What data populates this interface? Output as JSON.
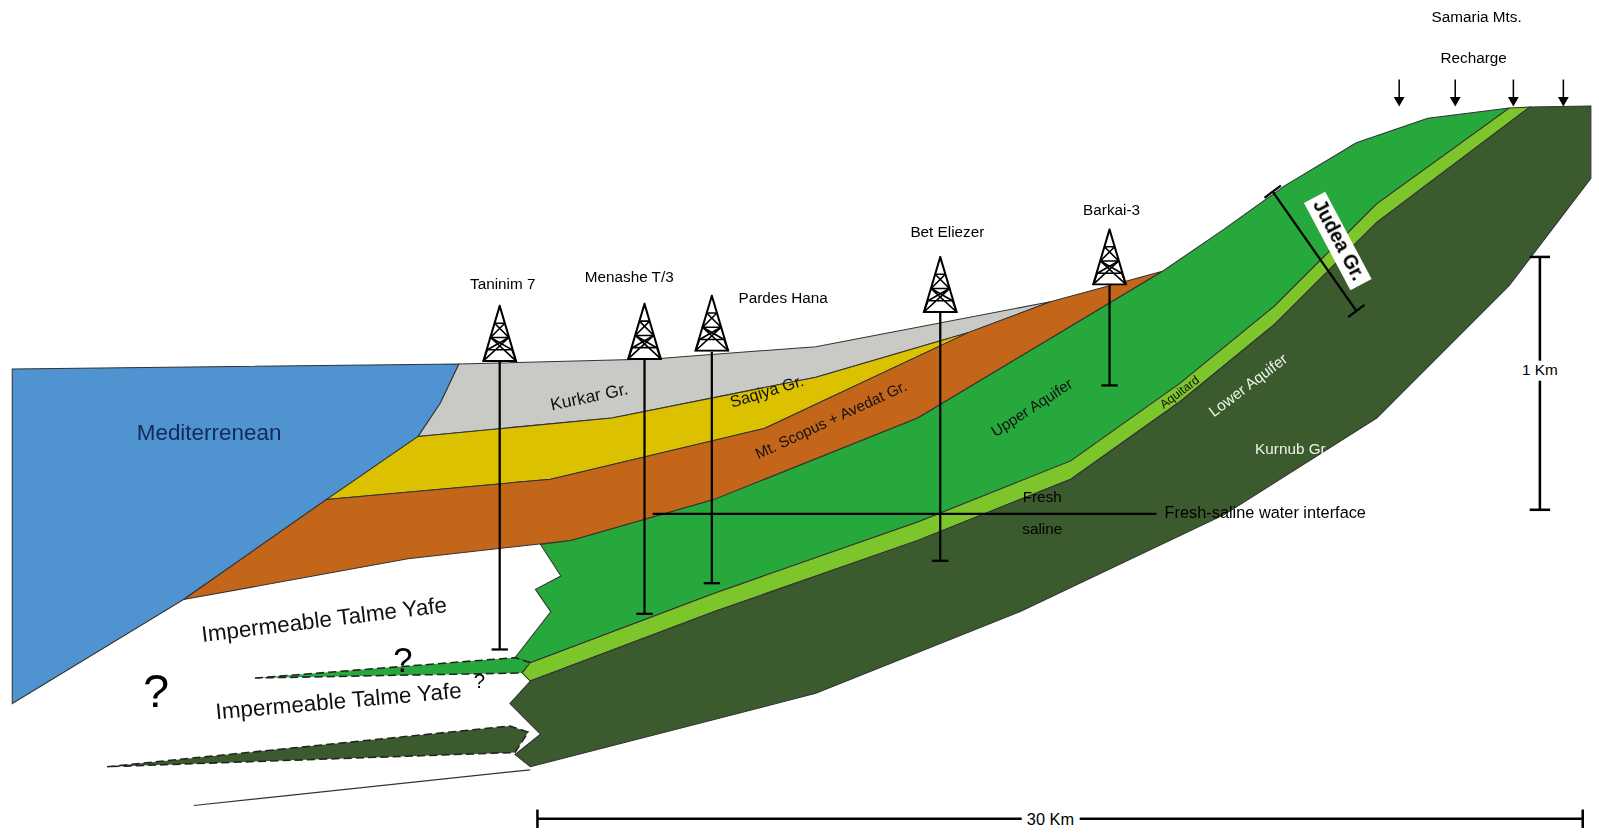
{
  "diagram": {
    "nodes": [
      {
        "text": [
          "Mediterrenean"
        ]
      },
      {
        "text": [
          "Kurkar Gr."
        ]
      },
      {
        "text": [
          "Saqiya Gr."
        ]
      },
      {
        "text": [
          "Mt. Scopus + Avedat Gr."
        ]
      },
      {
        "text": [
          "Upper Aquifer"
        ]
      },
      {
        "text": [
          "Aquitard"
        ]
      },
      {
        "text": [
          "Lower Aquifer"
        ]
      },
      {
        "text": [
          "Impermeable Talme Yafe"
        ]
      },
      {
        "text": [
          "Impermeable Talme Yafe"
        ]
      }
    ],
    "labels": [
      "Samaria Mts.",
      "Recharge",
      "Judea Gr.",
      "1 Km",
      "Taninim 7",
      "Menashe T/3",
      "Pardes Hana",
      "Bet Eliezer",
      "Barkai-3",
      "Fresh",
      "saline",
      "Fresh-saline water interface",
      "Kurnub Gr.",
      "?",
      "?",
      "?",
      "30 Km"
    ]
  }
}
